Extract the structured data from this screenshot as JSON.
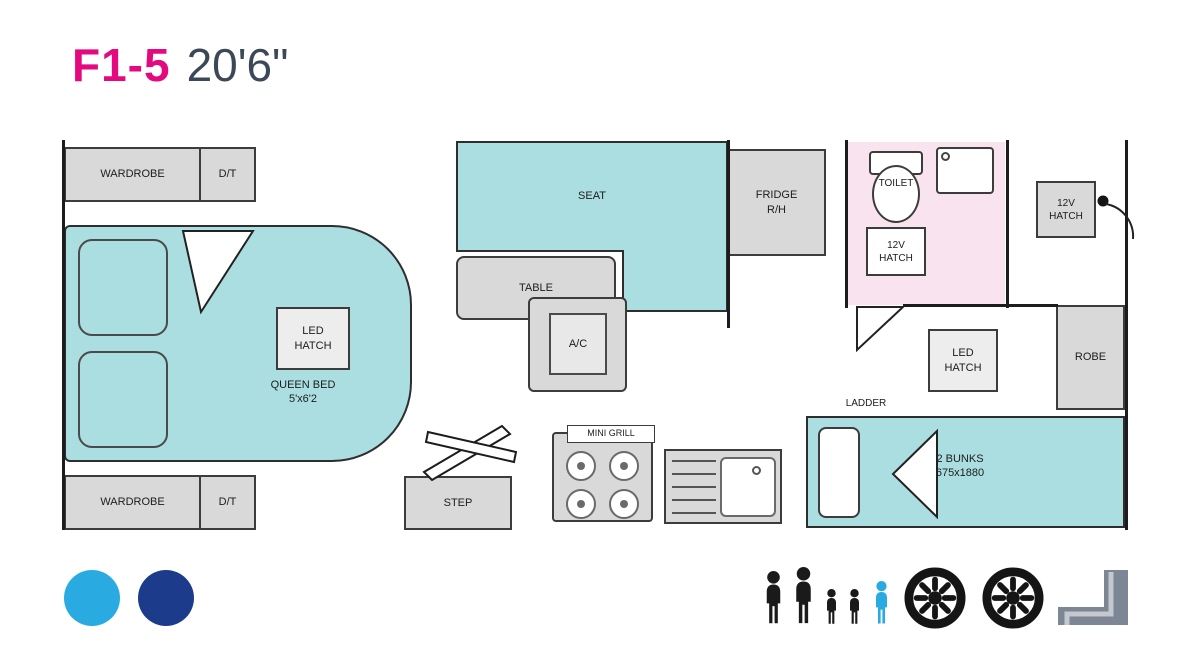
{
  "title": {
    "model": "F1-5",
    "length": "20'6\""
  },
  "plan": {
    "wardrobe_top": "WARDROBE",
    "dt_top": "D/T",
    "wardrobe_bottom": "WARDROBE",
    "dt_bottom": "D/T",
    "queen_bed": "QUEEN BED\n5'x6'2",
    "led_hatch_bed": "LED\nHATCH",
    "seat": "SEAT",
    "table": "TABLE",
    "ac": "A/C",
    "fridge": "FRIDGE\nR/H",
    "toilet": "TOILET",
    "hatch_12v_bath": "12V\nHATCH",
    "hatch_12v_entry": "12V\nHATCH",
    "robe": "ROBE",
    "led_hatch_rear": "LED\nHATCH",
    "ladder": "LADDER",
    "bunks": "2 BUNKS\n675x1880",
    "mini_grill": "MINI GRILL",
    "step": "STEP"
  },
  "footer": {
    "icons": [
      "exterior-colour-light-blue",
      "exterior-colour-dark-blue",
      "berth-person-adult",
      "berth-person-adult",
      "berth-person-child",
      "berth-person-child",
      "berth-person-child-highlight",
      "wheel-tyre",
      "wheel-tyre",
      "entry-step"
    ],
    "colors": {
      "light_blue": "#29abe2",
      "dark_blue": "#1d3b8b",
      "accent_pink": "#e5097f",
      "teal": "#abdee0",
      "bath_pink": "#f8e3ee"
    }
  }
}
